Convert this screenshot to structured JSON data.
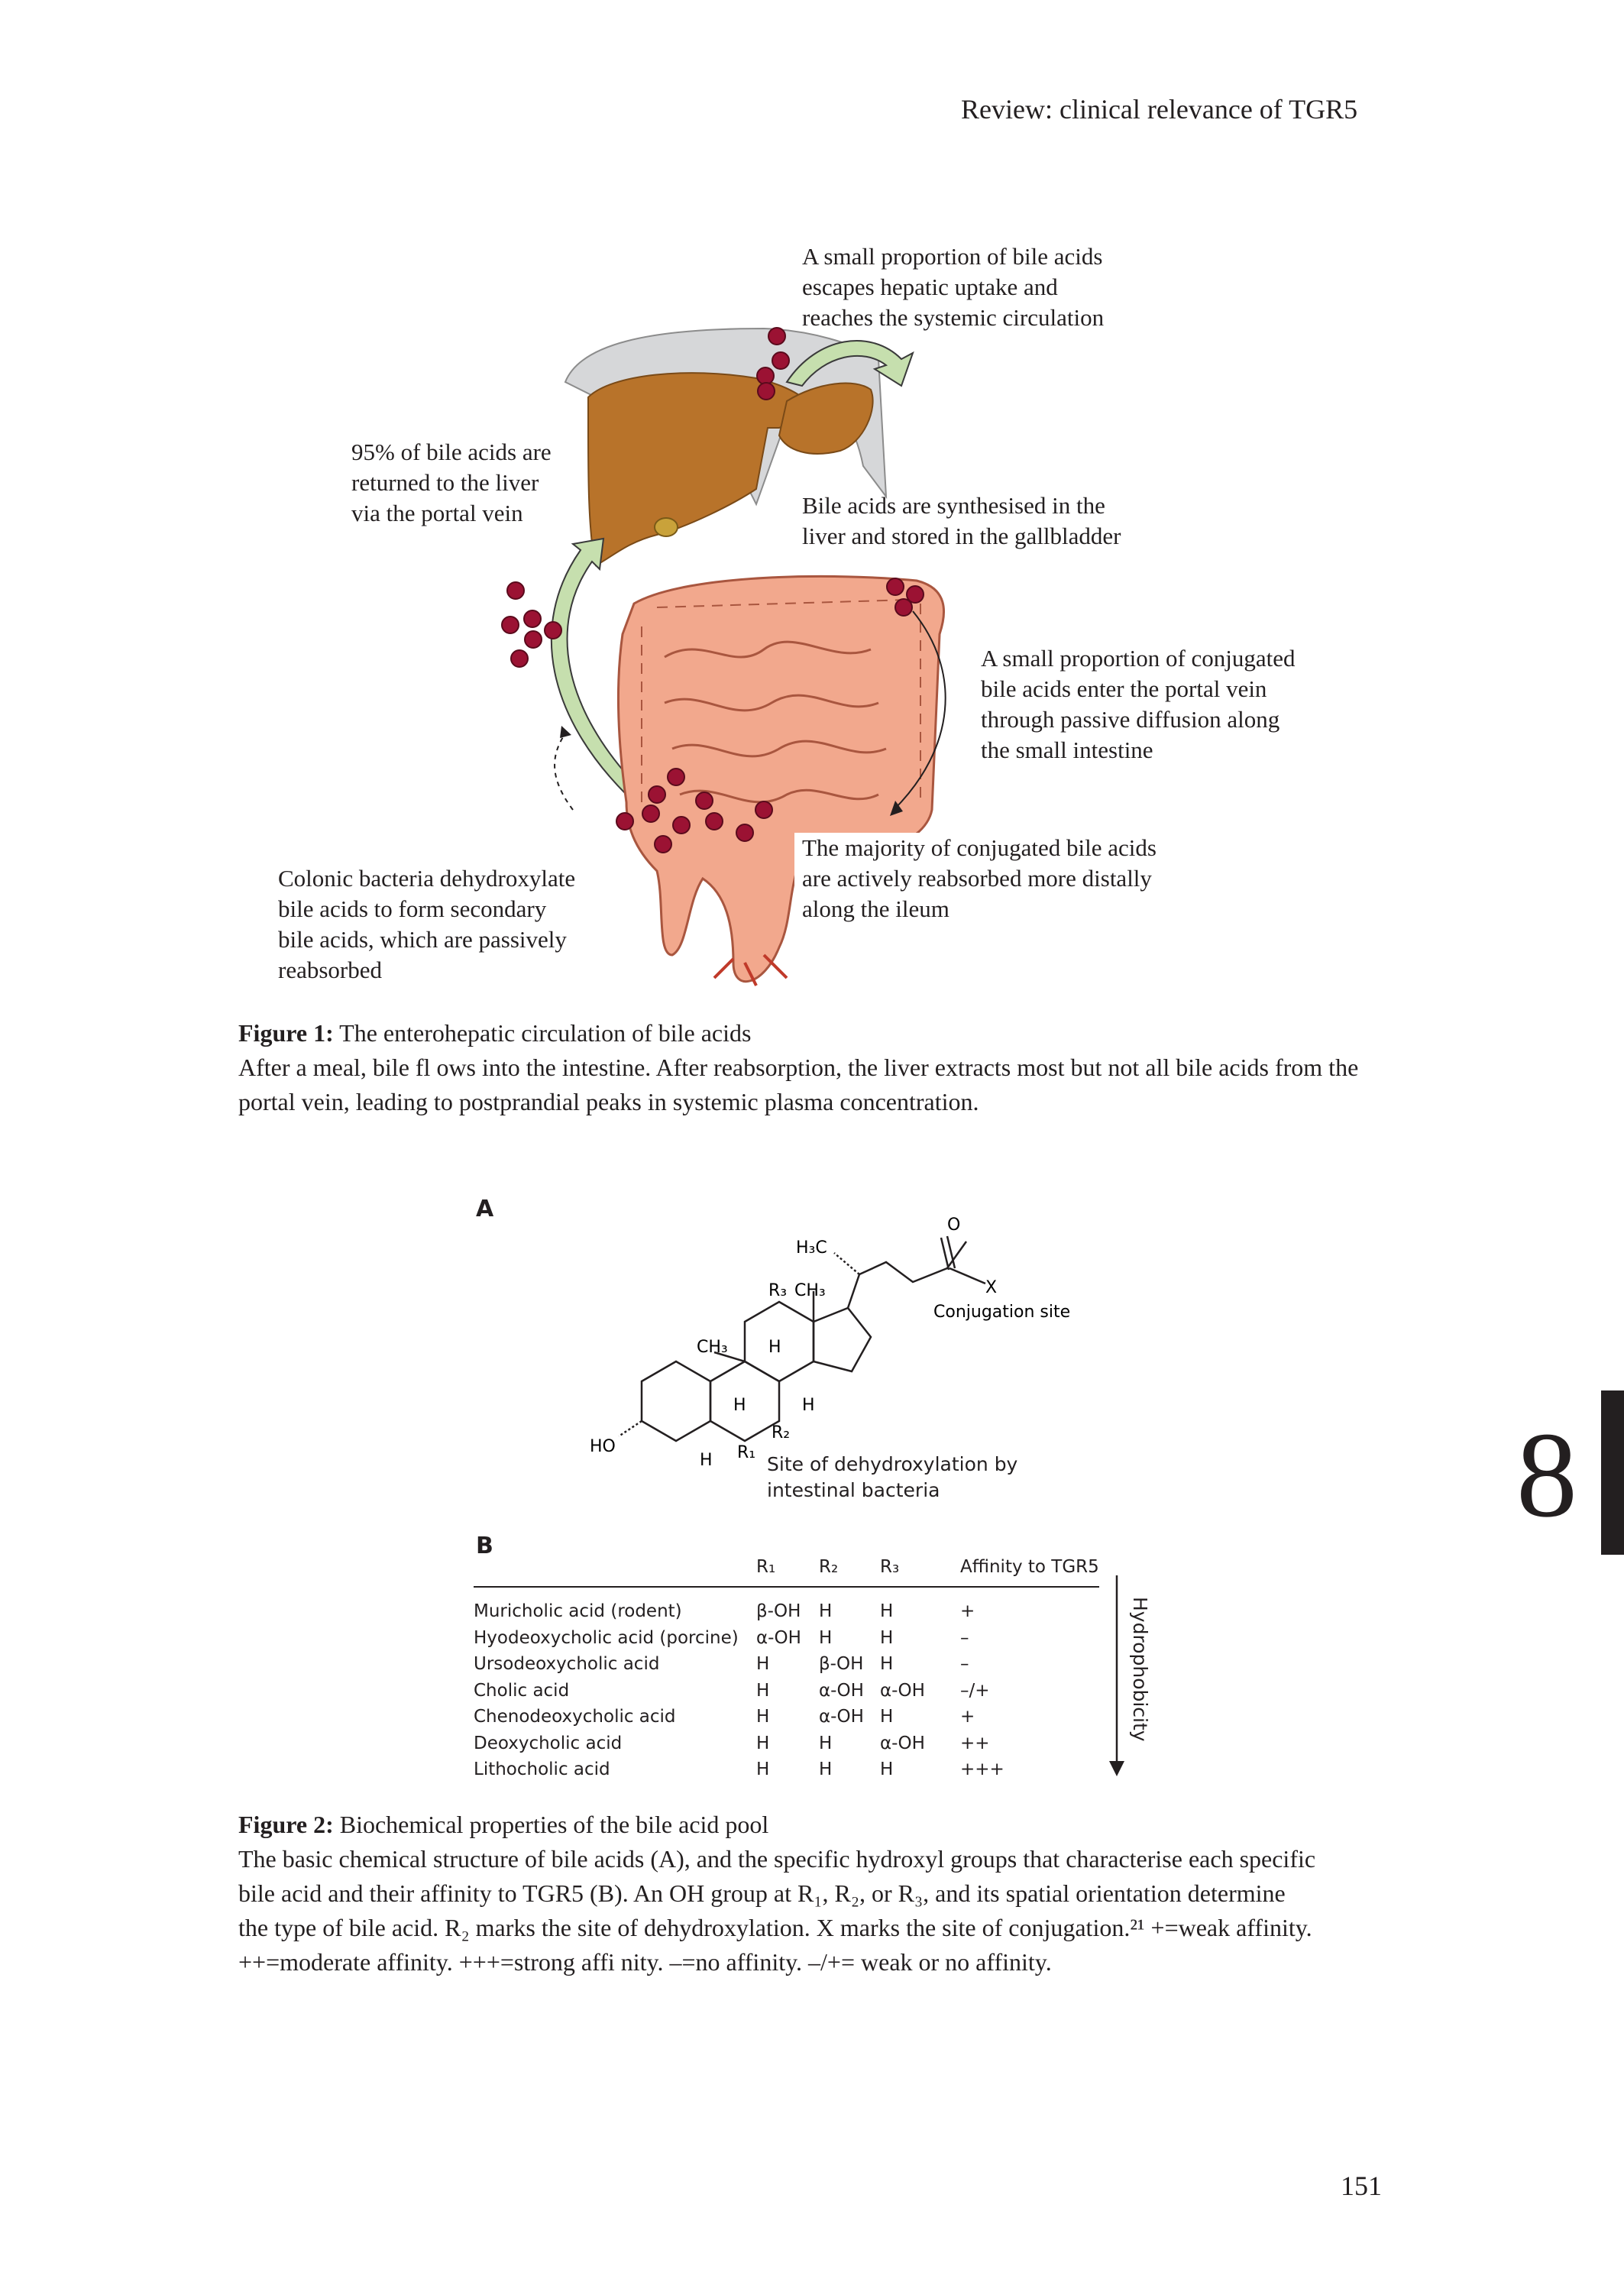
{
  "running_head": "Review: clinical relevance of TGR5",
  "figure1": {
    "annotations": {
      "escape": [
        "A small proportion of bile acids",
        "escapes hepatic uptake and",
        "reaches the systemic circulation"
      ],
      "portal": [
        "95% of bile acids are",
        "returned to the liver",
        "via the portal vein"
      ],
      "synth": [
        "Bile acids are synthesised in the",
        "liver and stored in the gallbladder"
      ],
      "passive": [
        "A small proportion of conjugated",
        "bile acids enter the portal vein",
        "through passive diffusion along",
        "the small intestine"
      ],
      "majority": [
        "The majority of conjugated bile acids",
        "are actively reabsorbed more distally",
        "along the ileum"
      ],
      "colonic": [
        "Colonic bacteria dehydroxylate",
        "bile acids to form secondary",
        "bile acids, which are passively",
        "reabsorbed"
      ]
    },
    "caption_label": "Figure 1:",
    "caption_title": " The enterohepatic circulation of bile acids",
    "caption_text": "After a meal, bile fl ows into the intestine. After reabsorption, the liver extracts most but not all bile acids from the portal vein, leading to postprandial peaks in systemic plasma concentration."
  },
  "figure2": {
    "panel_a": "A",
    "panel_b": "B",
    "chem_labels": {
      "o": "O",
      "h3c": "H₃C",
      "r3": "R₃",
      "ch3_top": "CH₃",
      "x": "X",
      "conj": "Conjugation site",
      "ch3_left": "CH₃",
      "h_mid": "H",
      "h_a": "H",
      "h_b": "H",
      "ho": "HO",
      "h_c": "H",
      "r1": "R₁",
      "r2": "R₂",
      "dehydrox": [
        "Site of dehydroxylation by",
        "intestinal bacteria"
      ]
    },
    "table": {
      "headers": [
        "",
        "R₁",
        "R₂",
        "R₃",
        "Affinity to TGR5"
      ],
      "rows": [
        [
          "Muricholic acid (rodent)",
          "β-OH",
          "H",
          "H",
          "+"
        ],
        [
          "Hyodeoxycholic acid (porcine)",
          "α-OH",
          "H",
          "H",
          "–"
        ],
        [
          "Ursodeoxycholic acid",
          "H",
          "β-OH",
          "H",
          "–"
        ],
        [
          "Cholic acid",
          "H",
          "α-OH",
          "α-OH",
          "–/+"
        ],
        [
          "Chenodeoxycholic acid",
          "H",
          "α-OH",
          "H",
          "+"
        ],
        [
          "Deoxycholic acid",
          "H",
          "H",
          "α-OH",
          "++"
        ],
        [
          "Lithocholic acid",
          "H",
          "H",
          "H",
          "+++"
        ]
      ],
      "arrow_label": "Hydrophobicity"
    },
    "caption_label": "Figure 2:",
    "caption_title": " Biochemical properties of the bile acid pool",
    "caption_lines": [
      "The basic chemical structure of bile acids (A), and the specific hydroxyl groups that characterise each specific",
      "bile acid and their affinity to TGR5 (B). An OH group at R₁, R₂, or R₃, and its spatial orientation determine",
      "the type of bile acid. R₂ marks the site of dehydroxylation. X marks the site of conjugation.²¹ +=weak affinity.",
      "++=moderate affinity. +++=strong affi nity. –=no affinity. –/+= weak or no affinity."
    ]
  },
  "chapter_number": "8",
  "page_number": "151",
  "colors": {
    "liver": "#b8732a",
    "intestine": "#f2a88d",
    "bile_dot": "#9b1233",
    "arrow": "#c6dfae",
    "text": "#231f20"
  }
}
